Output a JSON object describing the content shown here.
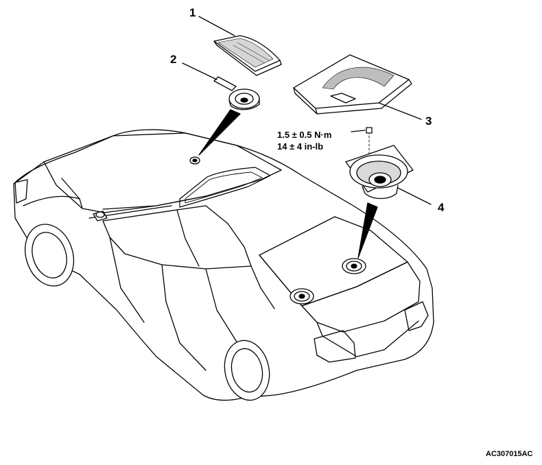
{
  "callouts": {
    "c1": "1",
    "c2": "2",
    "c3": "3",
    "c4": "4"
  },
  "torque_spec": {
    "line1": "1.5 ± 0.5 N·m",
    "line2": "14 ± 4 in-lb"
  },
  "figure_code": "AC307015AC",
  "colors": {
    "line": "#000000",
    "fill": "#ffffff",
    "shade": "#8c8c8c"
  }
}
